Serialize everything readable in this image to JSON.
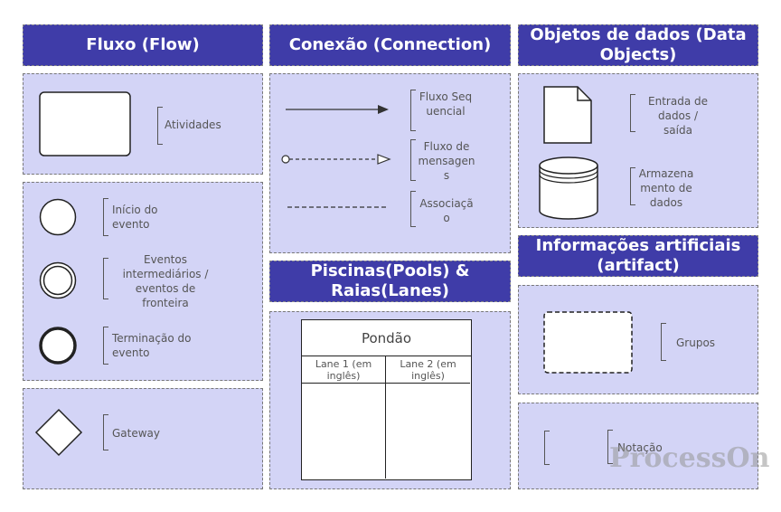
{
  "headers": {
    "flow": "Fluxo (Flow)",
    "connection": "Conexão (Connection)",
    "data_objects": "Objetos de dados (Data Objects)",
    "pools": "Piscinas(Pools) & Raias(Lanes)",
    "artifacts": "Informações artificiais (artifact)"
  },
  "flow": {
    "activities": "Atividades",
    "start_event": "Início do evento",
    "intermediate_events": "Eventos intermediários / eventos de fronteira",
    "end_event": "Terminação do evento",
    "gateway": "Gateway"
  },
  "connection": {
    "sequence_flow": "Fluxo Sequencial",
    "message_flow": "Fluxo de mensagens",
    "association": "Associação"
  },
  "data_objects": {
    "data_io": "Entrada de dados / saída",
    "data_store": "Armazenamento de dados"
  },
  "pool": {
    "title": "Pondão",
    "lane1": "Lane 1 (em inglês)",
    "lane2": "Lane 2 (em inglês)"
  },
  "artifacts": {
    "groups": "Grupos",
    "annotation": "Notação"
  },
  "watermark": "ProcessOn",
  "colors": {
    "header_bg": "#3f3ca8",
    "panel_bg": "#d3d4f6",
    "shape_stroke": "#222222"
  }
}
